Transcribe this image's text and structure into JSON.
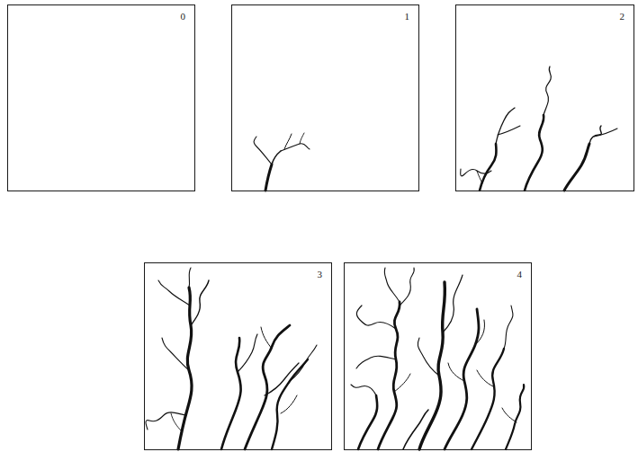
{
  "diagram": {
    "nodes": [
      {
        "text": [
          "0"
        ]
      },
      {
        "text": [
          "1"
        ]
      },
      {
        "text": [
          "2"
        ]
      },
      {
        "text": [
          "3"
        ]
      },
      {
        "text": [
          "4"
        ]
      }
    ]
  }
}
